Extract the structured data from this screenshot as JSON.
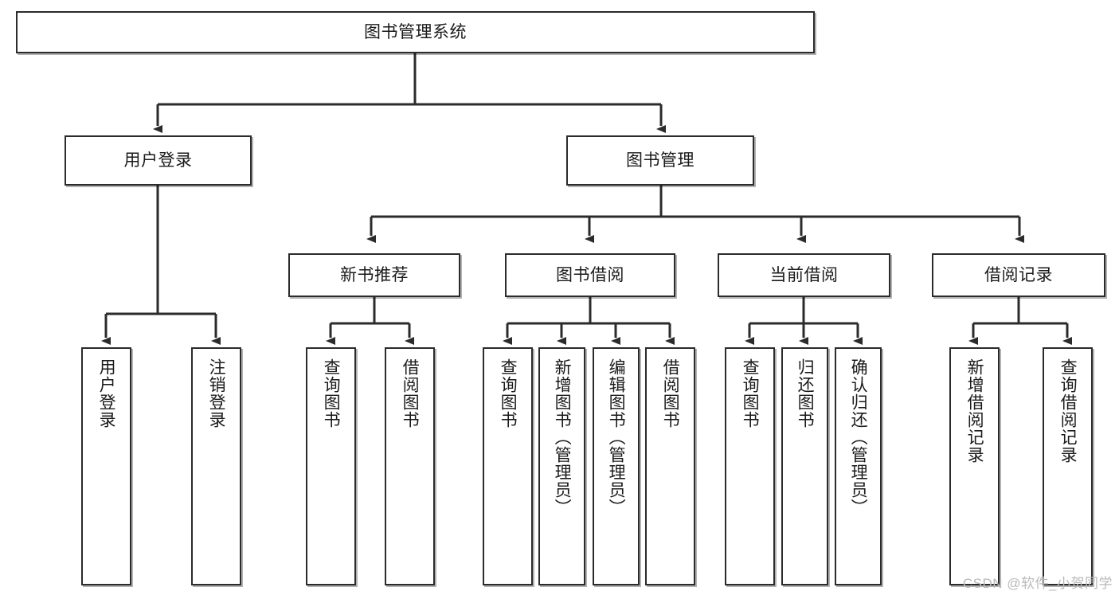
{
  "diagram": {
    "type": "tree",
    "title": "图书管理系统",
    "root": {
      "label": "图书管理系统"
    },
    "level2": [
      {
        "label": "用户登录"
      },
      {
        "label": "图书管理"
      }
    ],
    "level3": [
      {
        "label": "新书推荐"
      },
      {
        "label": "图书借阅"
      },
      {
        "label": "当前借阅"
      },
      {
        "label": "借阅记录"
      }
    ],
    "leaves": {
      "user_login": [
        {
          "label": "用户登录"
        },
        {
          "label": "注销登录"
        }
      ],
      "new_book": [
        {
          "label": "查询图书"
        },
        {
          "label": "借阅图书"
        }
      ],
      "book_borrow": [
        {
          "label": "查询图书"
        },
        {
          "label": "新增图书（管理员）"
        },
        {
          "label": "编辑图书（管理员）"
        },
        {
          "label": "借阅图书"
        }
      ],
      "current_borrow": [
        {
          "label": "查询图书"
        },
        {
          "label": "归还图书"
        },
        {
          "label": "确认归还（管理员）"
        }
      ],
      "borrow_record": [
        {
          "label": "新增借阅记录"
        },
        {
          "label": "查询借阅记录"
        }
      ]
    }
  },
  "watermark": {
    "text": "CSDN @软件_小贺同学"
  },
  "colors": {
    "border": "#2b2b2b",
    "text": "#1a1a1a",
    "background": "#ffffff",
    "watermark": "#b9b9b9"
  }
}
